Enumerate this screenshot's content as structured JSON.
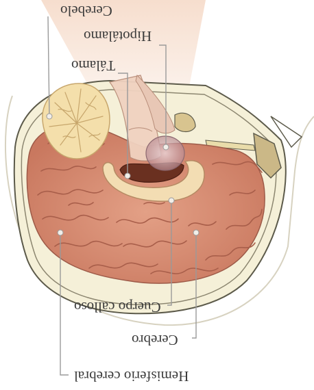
{
  "diagram": {
    "labels": {
      "cerebelo": "Cerebelo",
      "hipotalamo": "Hipotálamo",
      "talamo": "Tálamo",
      "cuerpo_calloso": "Cuerpo calloso",
      "cerebro": "Cerebro",
      "hemisferio_cerebral": "Hemisferio cerebral"
    },
    "colors": {
      "brain": "#d99378",
      "brain_shadow": "#b86a55",
      "corpus_callosum": "#f3ddb3",
      "cerebellum": "#f4dfab",
      "skull": "#f5f0d8",
      "skull_outline": "#5c5a4a",
      "label_text": "#3a3a3a",
      "leader_line": "#9a9a9a",
      "thalamus": "#6a3020",
      "hypothalamus": "#ddbcbc",
      "brainstem": "#f0d2c0"
    }
  }
}
